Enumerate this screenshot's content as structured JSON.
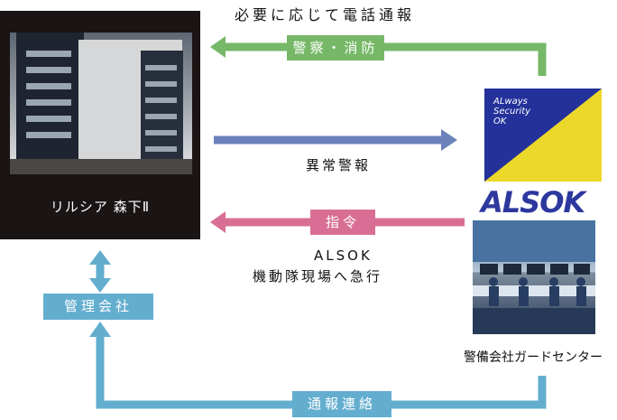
{
  "top_title": "必要に応じて電話通報",
  "building": {
    "name": "リルシア 森下Ⅱ"
  },
  "flow": {
    "police_fire_label": "警察・消防",
    "abnormal_alert": "異常警報",
    "command_label": "指令",
    "dispatch_line1": "ALSOK",
    "dispatch_line2": "機動隊現場へ急行",
    "management_company": "管理会社",
    "report_contact": "通報連絡"
  },
  "alsok": {
    "logo_line1": "ALways",
    "logo_line2": "Security",
    "logo_line3": "OK",
    "brand": "ALSOK",
    "center_label": "警備会社ガードセンター"
  },
  "colors": {
    "green": "#76b867",
    "blue_arrow": "#6c82bb",
    "pink": "#d96e94",
    "light_blue": "#63aecf",
    "navy": "#24319b",
    "yellow": "#ebd82a"
  }
}
